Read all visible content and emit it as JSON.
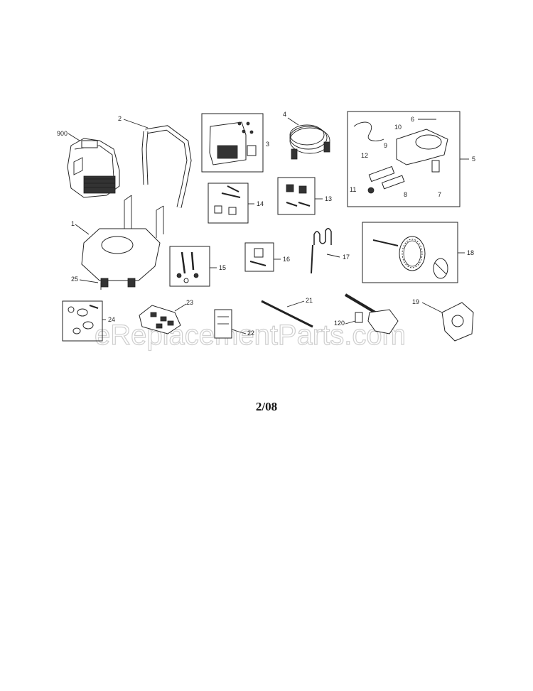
{
  "diagram": {
    "labels": {
      "engine": "900",
      "handle": "2",
      "frame": "1",
      "screw_25": "25",
      "panel": "3",
      "hose": "4",
      "pump": "5",
      "pump_6": "6",
      "pump_7": "7",
      "pump_8": "8",
      "pump_9": "9",
      "pump_10": "10",
      "pump_11": "11",
      "pump_12": "12",
      "bolts_14": "14",
      "clips_13": "13",
      "bolts_15": "15",
      "clamp_16": "16",
      "tube_17": "17",
      "wheel_18": "18",
      "bracket_19": "19",
      "gun_20": "120",
      "wand_21": "21",
      "holder_22": "22",
      "nozzles_23": "23",
      "caps_24": "24"
    },
    "watermark": "eReplacementParts.com",
    "revision": "2/08"
  }
}
